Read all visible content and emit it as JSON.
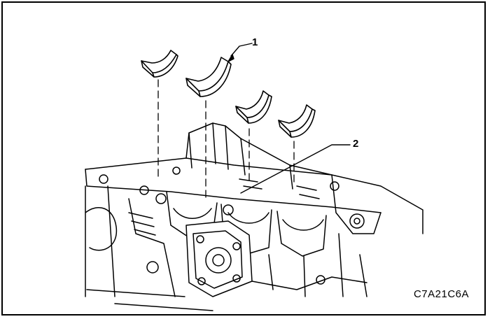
{
  "diagram": {
    "callouts": [
      {
        "id": "1",
        "label": "1"
      },
      {
        "id": "2",
        "label": "2"
      }
    ],
    "figure_code": "C7A21C6A",
    "line_color": "#000000",
    "background": "#ffffff"
  }
}
